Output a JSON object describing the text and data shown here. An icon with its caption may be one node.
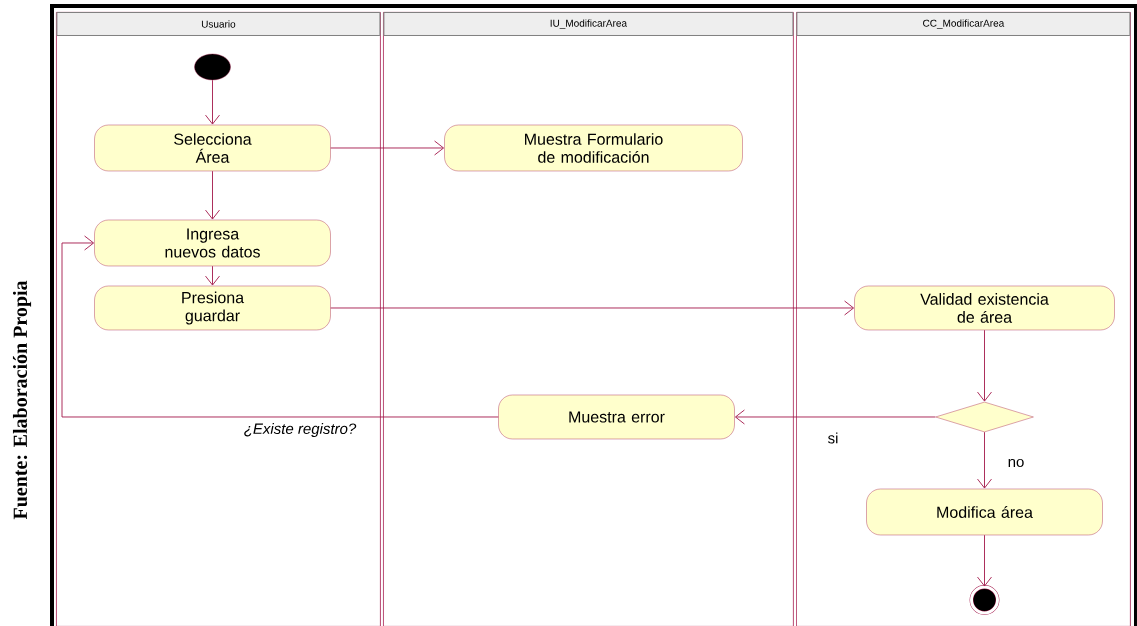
{
  "diagram": {
    "caption": "Fuente: Elaboración Propia",
    "nodes": [
      {
        "text": [
          "Usuario"
        ]
      },
      {
        "text": [
          "IU_ModificarArea"
        ]
      },
      {
        "text": [
          "CC_ModificarArea"
        ]
      },
      {
        "text": [],
        "shape": "circle",
        "in": 0
      },
      {
        "text": [
          "Selecciona Área"
        ],
        "in": 0
      },
      {
        "text": [
          "Muestra Formulario de modificación"
        ],
        "in": 1
      },
      {
        "text": [
          "Ingresa nuevos datos"
        ],
        "in": 0
      },
      {
        "text": [
          "Presiona guardar"
        ],
        "in": 0
      },
      {
        "text": [
          "Validad existencia de área"
        ],
        "in": 2
      },
      {
        "text": [],
        "shape": "diamond",
        "in": 2
      },
      {
        "text": [
          "Muestra error"
        ],
        "in": 1
      },
      {
        "text": [
          "Modifica área"
        ],
        "in": 2
      },
      {
        "text": [],
        "shape": "bullseye",
        "in": 2
      }
    ],
    "edges": [
      {
        "from": 3,
        "to": 4,
        "arrow": "to"
      },
      {
        "from": 4,
        "to": 5,
        "arrow": "to"
      },
      {
        "from": 4,
        "to": 6,
        "arrow": "to"
      },
      {
        "from": 6,
        "to": 7,
        "arrow": "to"
      },
      {
        "from": 7,
        "to": 8,
        "arrow": "to"
      },
      {
        "from": 8,
        "to": 9,
        "arrow": "to"
      },
      {
        "from": 9,
        "to": 10,
        "arrow": "to",
        "label": "si"
      },
      {
        "from": 9,
        "to": 11,
        "arrow": "to",
        "label": "no"
      },
      {
        "from": 11,
        "to": 12,
        "arrow": "to"
      },
      {
        "from": 10,
        "to": 6,
        "arrow": "to",
        "label": "¿Existe registro?"
      }
    ]
  }
}
